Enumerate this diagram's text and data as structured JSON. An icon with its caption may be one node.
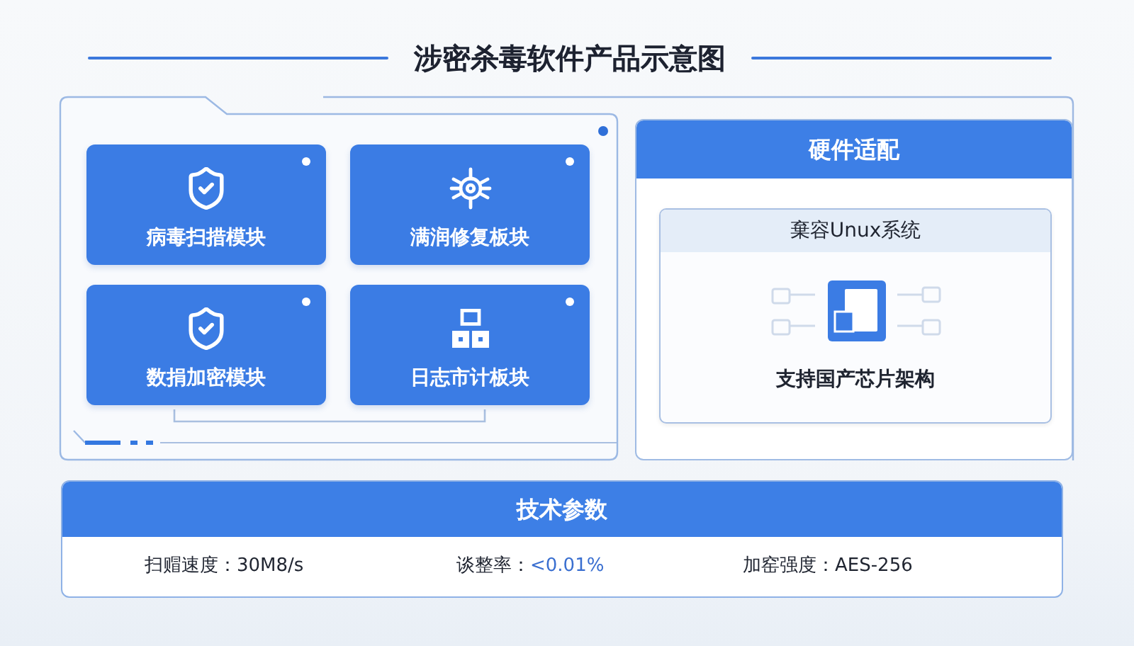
{
  "diagram": {
    "title": "涉密杀毒软件产品示意图",
    "nodes": [
      {
        "text": [],
        "shape": "box"
      },
      {
        "text": [
          "病毒扫措模块"
        ],
        "in": 0
      },
      {
        "text": [
          "满润修复板块"
        ],
        "in": 0
      },
      {
        "text": [
          "数捐加密模块"
        ],
        "in": 0
      },
      {
        "text": [
          "日志市计板块"
        ],
        "in": 0
      },
      {
        "text": [
          "硬件适配"
        ]
      },
      {
        "text": [
          "棄容Unux系统",
          "支持国产芯片架构"
        ],
        "in": 5
      },
      {
        "text": [
          "技术参数",
          "扫赗速度：30M8/s",
          "谈整率：",
          "<0.01%",
          "加窑强度：AES-256"
        ]
      }
    ]
  }
}
